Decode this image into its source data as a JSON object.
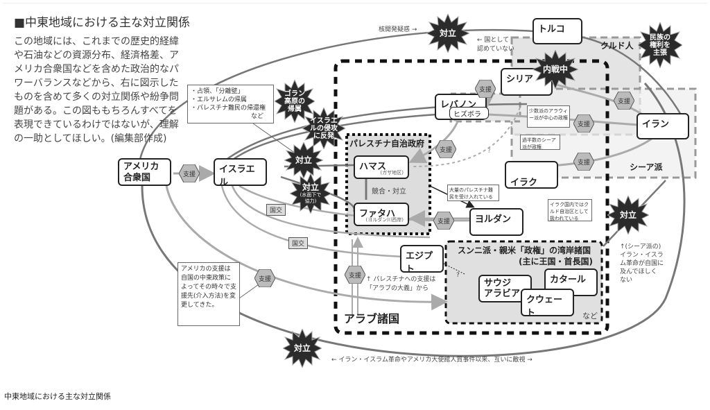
{
  "header": {
    "title": "■中東地域における主な対立関係",
    "intro": "この地域には、これまでの歴史的経緯や石油などの資源分布、経済格差、アメリカ合衆国などを含めた政治的なパワーバランスなどから、右に図示したものを含めて多くの対立関係や紛争問題がある。この図ももちろんすべてを表現できているわけではないが、理解の一助としてほしい。(編集部作成)"
  },
  "caption": "中東地域における主な対立関係",
  "groups": {
    "arab_states": "アラブ諸国",
    "palestine_authority": "パレスチナ自治政府",
    "gulf_states_line1": "スンニ派・親米「政権」の湾岸諸国",
    "gulf_states_line2": "(主に王国・首長国)",
    "gulf_etc": "など",
    "kurds": "クルド人",
    "shia": "シーア派"
  },
  "nodes": {
    "usa_line1": "アメリカ",
    "usa_line2": "合衆国",
    "israel": "イスラエル",
    "hamas": "ハマス",
    "hamas_sub": "(ガザ地区)",
    "fatah": "ファタハ",
    "fatah_sub": "(ヨルダン川西岸)",
    "jordan": "ヨルダン",
    "egypt": "エジプト",
    "saudi_line1": "サウジ",
    "saudi_line2": "アラビア",
    "kuwait": "クウェート",
    "qatar": "カタール",
    "lebanon": "レバノン",
    "hezbollah": "ヒズボラ",
    "syria": "シリア",
    "iraq": "イラク",
    "iran": "イラン",
    "turkey": "トルコ"
  },
  "bursts": {
    "nuclear_conflict": "対立",
    "civil_war": "内戦中",
    "kurd_rights": [
      "民族の",
      "権利を",
      "主張"
    ],
    "golan": [
      "ゴラン",
      "高原の",
      "帰属"
    ],
    "invasion": [
      "イスラエ",
      "ルの侵攻",
      "に反発"
    ],
    "israel_palestine": "対立",
    "israel_arab": "対立",
    "israel_arab_sub": [
      "(水面下で",
      "協力)"
    ],
    "gulf_iran": "対立",
    "usa_iran": "対立"
  },
  "hexes": {
    "support_label": "支援"
  },
  "tags": {
    "diplomatic_label": "国交"
  },
  "notes": {
    "occupation": [
      "・占領、「分離壁」",
      "・エルサレムの帰属",
      "・パレスチナ難民の帰還権",
      "など"
    ],
    "alawite": "少数派のアラウィー派が中心の政権",
    "shia_majority": "過半数のシーア派が政権",
    "jordan_refugees": "大量のパレスチナ難民を受け入れている",
    "iraq_kurd": "イラク国内ではクルド自治区として扱われている",
    "us_support": "アメリカの支援は自国の中東政策によってその時々で支援先(介入方法)を変更してきた。"
  },
  "labels": {
    "nuclear_suspicion": "核開発疑惑 →",
    "not_recognized": "← 国として\n認めていない",
    "competition": "競合・対立",
    "arab_cause": "↑ パレスチナへの支援は\n「アラブの大義」から",
    "gulf_fear": "↑(シーア派の)\nイラン・イスラ\nム革命が自国に\n及んでほしく\nない",
    "revolution_hostility": "← イラン・イスラム革命やアメリカ大使館人質事件以来、互いに敵視 →",
    "question": "?"
  }
}
